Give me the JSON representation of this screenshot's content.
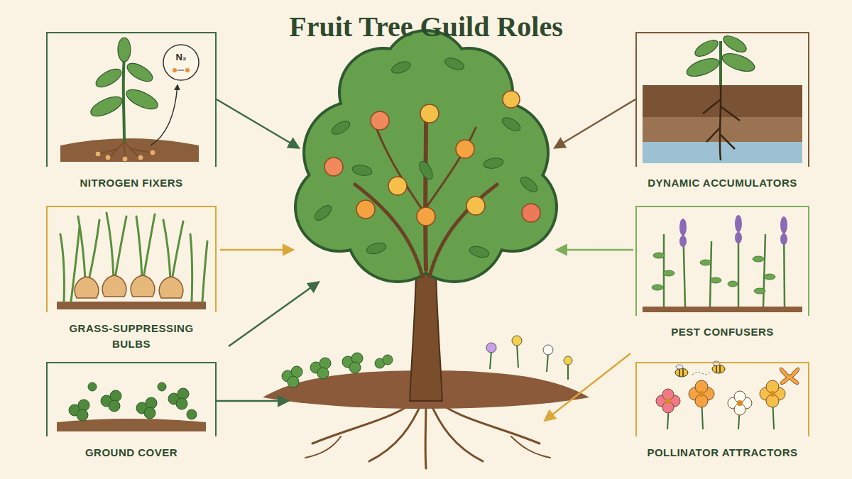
{
  "diagram": {
    "title": "Fruit Tree Guild Roles",
    "nodes": [
      {
        "text": [
          "NITROGEN FIXERS"
        ]
      },
      {
        "text": [
          "GRASS-SUPPRESSING BULBS"
        ]
      },
      {
        "text": [
          "GROUND COVER"
        ]
      },
      {
        "text": [
          "DYNAMIC ACCUMULATORS"
        ]
      },
      {
        "text": [
          "PEST CONFUSERS"
        ]
      },
      {
        "text": [
          "POLLINATOR ATTRACTORS"
        ]
      }
    ],
    "labels": [
      "N₂"
    ]
  }
}
